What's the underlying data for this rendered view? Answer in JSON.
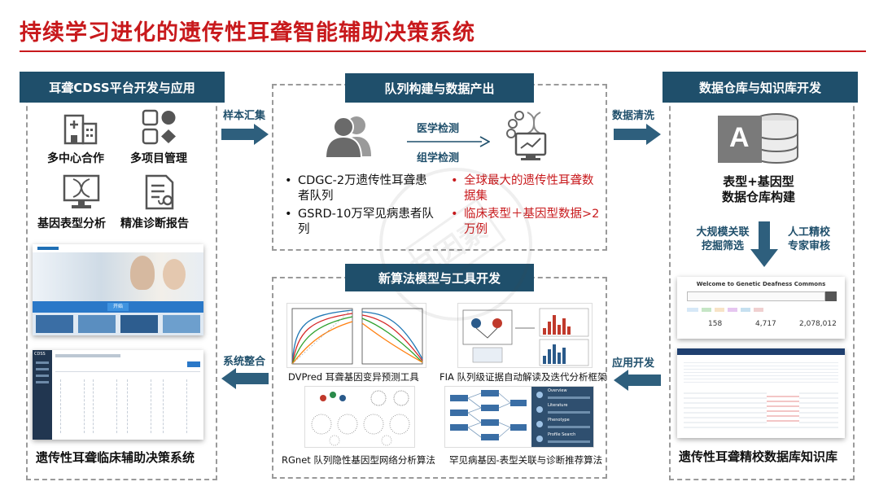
{
  "title": "持续学习进化的遗传性耳聋智能辅助决策系统",
  "left_panel": {
    "header": "耳聋CDSS平台开发与应用",
    "items": [
      {
        "label": "多中心合作",
        "icon": "hospital-building-icon"
      },
      {
        "label": "多项目管理",
        "icon": "grid-shapes-icon"
      },
      {
        "label": "基因表型分析",
        "icon": "dna-analysis-icon"
      },
      {
        "label": "精准诊断报告",
        "icon": "report-document-icon"
      }
    ],
    "web_button": "开始",
    "dashboard_brand": "CDSS",
    "footer": "遗传性耳聋临床辅助决策系统"
  },
  "center_top": {
    "header": "队列构建与数据产出",
    "arrow_top_label": "医学检测",
    "arrow_bottom_label": "组学检测",
    "bullets_left": [
      "CDGC-2万遗传性耳聋患者队列",
      "GSRD-10万罕见病患者队列"
    ],
    "bullets_right": [
      "全球最大的遗传性耳聋数据集",
      "临床表型＋基因型数据>2万例"
    ],
    "watermark": "耳因素"
  },
  "center_bottom": {
    "header": "新算法模型与工具开发",
    "tools": [
      "DVPred 耳聋基因变异预测工具",
      "FIA 队列级证据自动解读及迭代分析框架",
      "RGnet 队列隐性基因型网络分析算法",
      "罕见病基因-表型关联与诊断推荐算法"
    ],
    "recommend_items": [
      "Overview",
      "Literature",
      "Phenotype",
      "Profile Search"
    ]
  },
  "right_panel": {
    "header": "数据仓库与知识库开发",
    "warehouse_caption": "表型+基因型\n数据仓库构建",
    "warehouse_letter": "A",
    "left_note": "大规模关联\n挖掘筛选",
    "right_note": "人工精校\n专家审核",
    "db_title": "Welcome to Genetic Deafness Commons",
    "db_stats": [
      {
        "value": "158"
      },
      {
        "value": "4,717"
      },
      {
        "value": "2,078,012"
      }
    ],
    "footer": "遗传性耳聋精校数据库知识库"
  },
  "flow_labels": {
    "sample_collect": "样本汇集",
    "data_clean": "数据清洗",
    "system_integrate": "系统整合",
    "app_develop": "应用开发"
  },
  "colors": {
    "title_red": "#c8191c",
    "header_navy": "#1f4f6b",
    "arrow_blue": "#2e5f7d"
  }
}
